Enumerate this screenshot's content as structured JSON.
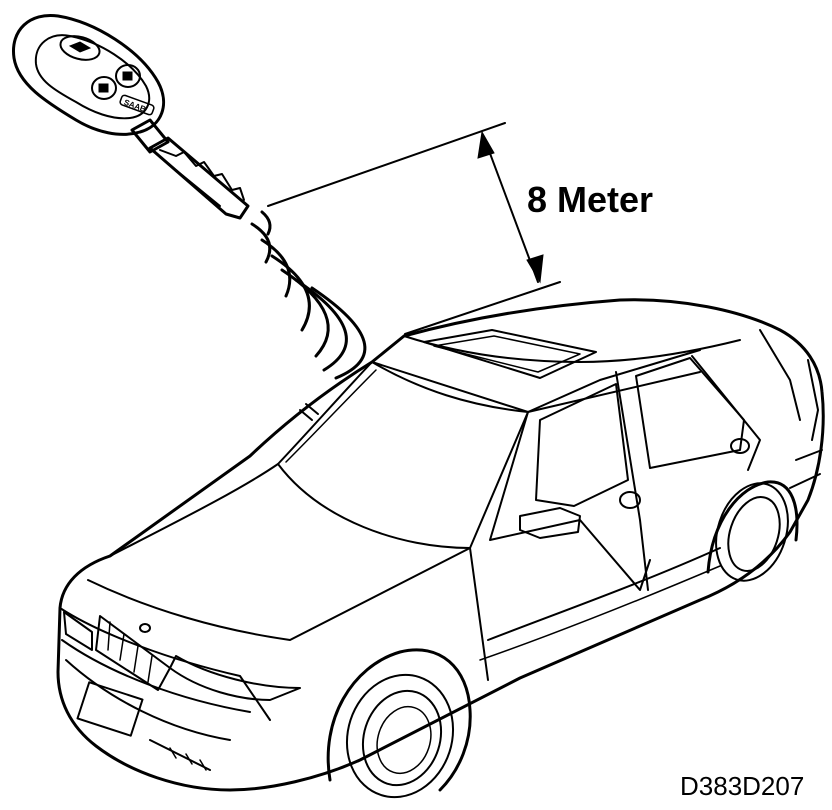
{
  "diagram": {
    "distance_label": "8 Meter",
    "figure_code": "D383D207",
    "key_brand": "SAAB",
    "ink_color": "#000000",
    "background_color": "#ffffff",
    "icons": [
      "remote-key-icon",
      "signal-waves-icon",
      "car-icon",
      "dimension-arrow-icon"
    ]
  }
}
